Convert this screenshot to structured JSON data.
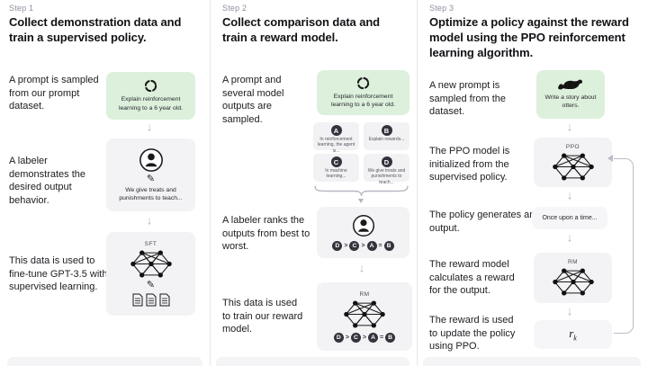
{
  "colors": {
    "accent_green_bg": "#dcf0dc",
    "box_gray_bg": "#f3f3f5",
    "dark_circle": "#33333d",
    "arrow_gray": "#b3b3bd"
  },
  "icons": {
    "sampling": "dashed-circle-cycle",
    "labeler": "person-in-circle",
    "pencil": "✎",
    "network": "neural-net-nodes",
    "documents": "stacked-pages",
    "otter": "otter-silhouette",
    "arrow_down": "↓"
  },
  "step1": {
    "label": "Step 1",
    "heading": "Collect demonstration data and train a supervised policy.",
    "row1_label": "A prompt is sampled from our prompt dataset.",
    "prompt_caption": "Explain reinforcement learning to a 6 year old.",
    "row2_label": "A labeler demonstrates the desired output behavior.",
    "demo_caption": "We give treats and punishments to teach...",
    "row3_label": "This data is used to fine-tune GPT-3.5 with supervised learning.",
    "sft_title": "SFT"
  },
  "step2": {
    "label": "Step 2",
    "heading": "Collect comparison data and train a reward model.",
    "row1_label": "A prompt and several model outputs are sampled.",
    "prompt_caption": "Explain reinforcement learning to a 6 year old.",
    "outputs": [
      {
        "letter": "A",
        "caption": "In reinforcement learning, the agent is..."
      },
      {
        "letter": "B",
        "caption": "Explain rewards..."
      },
      {
        "letter": "C",
        "caption": "In machine learning..."
      },
      {
        "letter": "D",
        "caption": "We give treats and punishments to teach..."
      }
    ],
    "row2_label": "A labeler ranks the outputs from best to worst.",
    "ranking": {
      "l1": "D",
      "s1": ">",
      "l2": "C",
      "s2": ">",
      "l3": "A",
      "s3": "=",
      "l4": "B"
    },
    "row3_label": "This data is used to train our reward model.",
    "rm_title": "RM"
  },
  "step3": {
    "label": "Step 3",
    "heading": "Optimize a policy against the reward model using the PPO reinforcement learning algorithm.",
    "row1_label": "A new prompt is sampled from the dataset.",
    "prompt_caption": "Write a story about otters.",
    "row2_label": "The PPO model is initialized from the supervised policy.",
    "ppo_title": "PPO",
    "row3_label": "The policy generates an output.",
    "output_caption": "Once upon a time...",
    "row4_label": "The reward model calculates a reward for the output.",
    "rm_title": "RM",
    "row5_label": "The reward is used to update the policy using PPO.",
    "reward_symbol": "r",
    "reward_subscript": "k"
  }
}
